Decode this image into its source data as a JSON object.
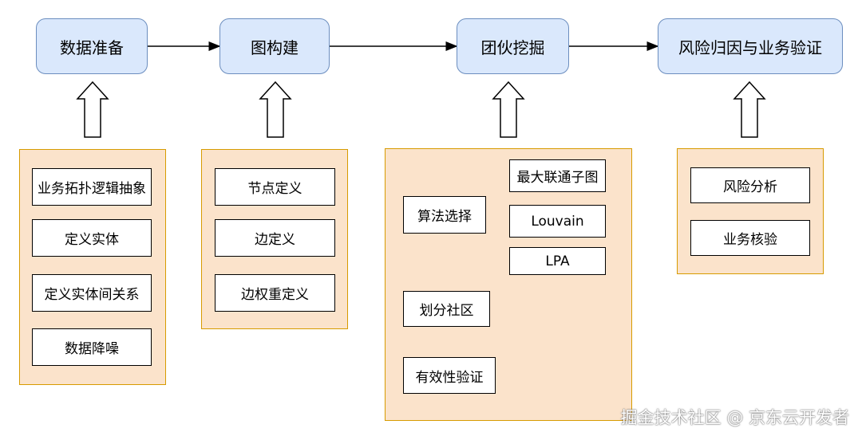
{
  "stages": [
    {
      "label": "数据准备"
    },
    {
      "label": "图构建"
    },
    {
      "label": "团伙挖掘"
    },
    {
      "label": "风险归因与业务验证"
    }
  ],
  "panel1": {
    "items": [
      "业务拓扑逻辑抽象",
      "定义实体",
      "定义实体间关系",
      "数据降噪"
    ]
  },
  "panel2": {
    "items": [
      "节点定义",
      "边定义",
      "边权重定义"
    ]
  },
  "panel3": {
    "algorithm": "算法选择",
    "algorithms": [
      "最大联通子图",
      "Louvain",
      "LPA"
    ],
    "partition": "划分社区",
    "validation": "有效性验证"
  },
  "panel4": {
    "items": [
      "风险分析",
      "业务核验"
    ]
  },
  "watermark": "掘金技术社区 @ 京东云开发者",
  "colors": {
    "stage_fill": "#dae8fc",
    "stage_border": "#6c8ebf",
    "panel_fill": "#fbe3cb",
    "panel_border": "#d79b00"
  }
}
